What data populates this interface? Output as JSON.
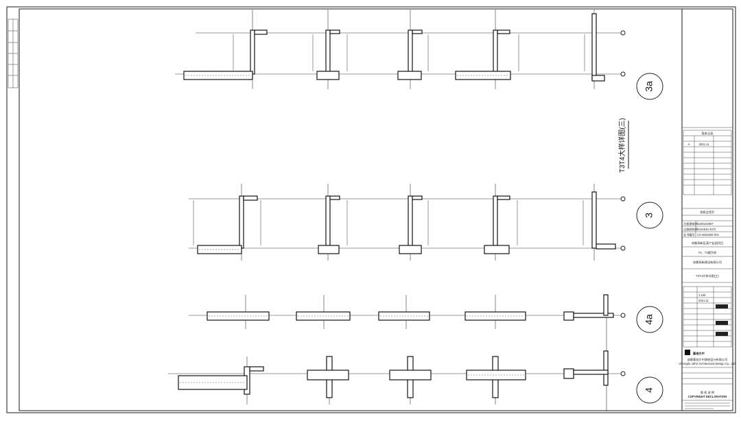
{
  "drawing": {
    "view_label": "T3T4大样详图(三)",
    "grid_bubbles": [
      "3a",
      "3",
      "4a",
      "4"
    ]
  },
  "title_block": {
    "revision_header": "版本记录",
    "revision_row": {
      "no": "A",
      "date": "2021.11"
    },
    "project_section": "图纸会签栏",
    "cert_rows": [
      {
        "label": "注册建筑师",
        "value": "S180103957"
      },
      {
        "label": "注册结构师",
        "value": "S101610-3372"
      },
      {
        "label": "证书编号",
        "value": "CS-3021600-001"
      }
    ],
    "project_name": "成都高新区某产业园项目",
    "building_name": "T3、T4楼大样",
    "client": "成都高新建设有限公司",
    "drawing_title": "T3T4大样详图(三)",
    "scale": "1:100",
    "date": "2021.11",
    "company_short": "基准方中",
    "company_name_cn": "成都基准方中建筑设计有限公司",
    "company_name_en": "Chengdu JZFZ Architectural Design Co., Ltd.",
    "copyright_cn": "版 权 说 明",
    "copyright_en": "COPYRIGHT DECLARATION"
  }
}
